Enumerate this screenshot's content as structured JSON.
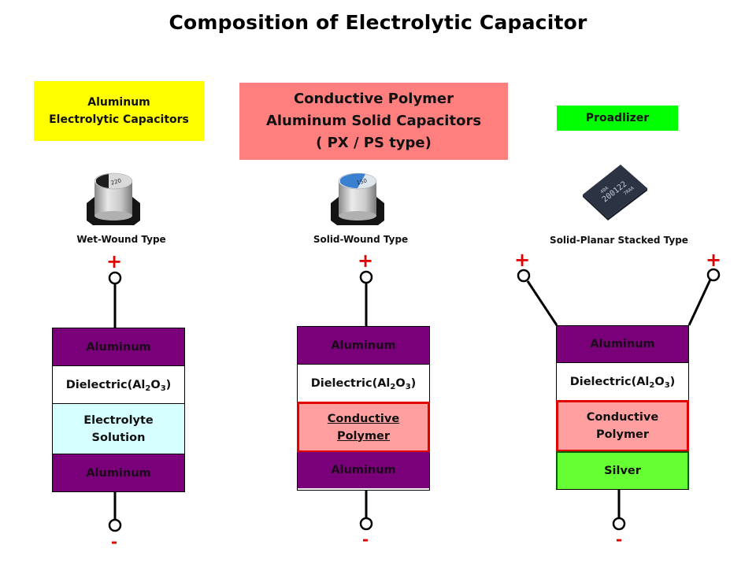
{
  "title": "Composition of Electrolytic Capacitor",
  "columns": [
    {
      "header_lines": [
        "Aluminum",
        "Electrolytic Capacitors"
      ],
      "header_color": "#ffff00",
      "image_icon": "smd-aluminum-electrolytic-capacitor-icon",
      "type_label": "Wet-Wound Type",
      "positive_terminals": [
        "+"
      ],
      "negative_terminal": "-",
      "layers": [
        {
          "label": "Aluminum",
          "kind": "aluminum",
          "color": "#7a0079"
        },
        {
          "label": "Dielectric(Al",
          "sub1": "2",
          "mid": "O",
          "sub2": "3",
          "end": ")",
          "kind": "dielectric",
          "color": "#ffffff"
        },
        {
          "label_lines": [
            "Electrolyte",
            "Solution"
          ],
          "kind": "electrolyte",
          "color": "#d6ffff"
        },
        {
          "label": "Aluminum",
          "kind": "aluminum",
          "color": "#7a0079"
        }
      ]
    },
    {
      "header_lines": [
        "Conductive Polymer",
        "Aluminum Solid Capacitors",
        "( PX / PS type)"
      ],
      "header_color": "#ff7f7f",
      "image_icon": "smd-polymer-solid-capacitor-icon",
      "type_label": "Solid-Wound Type",
      "positive_terminals": [
        "+"
      ],
      "negative_terminal": "-",
      "layers": [
        {
          "label": "Aluminum",
          "kind": "aluminum",
          "color": "#7a0079"
        },
        {
          "label": "Dielectric(Al",
          "sub1": "2",
          "mid": "O",
          "sub2": "3",
          "end": ")",
          "kind": "dielectric",
          "color": "#ffffff"
        },
        {
          "label_lines": [
            "Conductive",
            "Polymer"
          ],
          "kind": "conductive-polymer",
          "color": "#ff9f9f",
          "border": "#e00000"
        },
        {
          "label": "Aluminum",
          "kind": "aluminum",
          "color": "#7a0079"
        }
      ]
    },
    {
      "header_lines": [
        "Proadlizer"
      ],
      "header_color": "#00ff00",
      "image_icon": "planar-chip-capacitor-icon",
      "chip_marking": [
        "40A",
        "200122",
        "7RAA"
      ],
      "type_label": "Solid-Planar Stacked Type",
      "positive_terminals": [
        "+",
        "+"
      ],
      "negative_terminal": "-",
      "layers": [
        {
          "label": "Aluminum",
          "kind": "aluminum",
          "color": "#7a0079"
        },
        {
          "label": "Dielectric(Al",
          "sub1": "2",
          "mid": "O",
          "sub2": "3",
          "end": ")",
          "kind": "dielectric",
          "color": "#ffffff"
        },
        {
          "label_lines": [
            "Conductive",
            "Polymer"
          ],
          "kind": "conductive-polymer",
          "color": "#ff9f9f",
          "border": "#e00000"
        },
        {
          "label": "Silver",
          "kind": "silver",
          "color": "#66ff33",
          "border": "#0a5a0a"
        }
      ]
    }
  ]
}
